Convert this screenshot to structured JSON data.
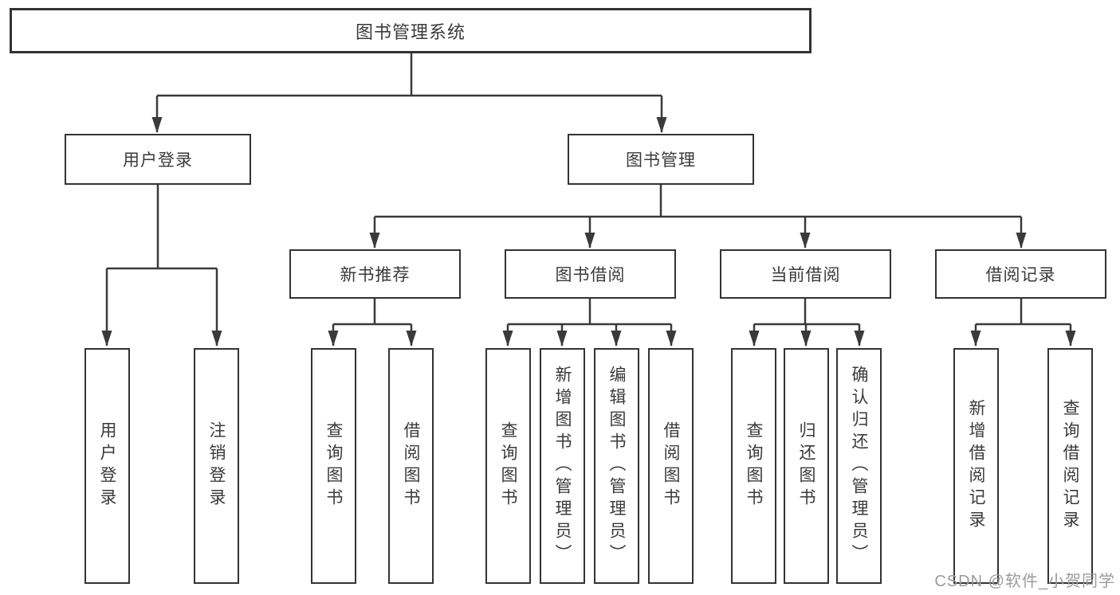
{
  "colors": {
    "line": "#3a3a3a",
    "box_border": "#333333",
    "box_fill": "#ffffff",
    "text": "#3a3a3a",
    "watermark": "#9b9b9b",
    "background": "#ffffff"
  },
  "tree": {
    "root": {
      "label": "图书管理系统",
      "children": [
        {
          "label": "用户登录",
          "children": [
            {
              "label": "用户登录"
            },
            {
              "label": "注销登录"
            }
          ]
        },
        {
          "label": "图书管理",
          "children": [
            {
              "label": "新书推荐",
              "children": [
                {
                  "label": "查询图书"
                },
                {
                  "label": "借阅图书"
                }
              ]
            },
            {
              "label": "图书借阅",
              "children": [
                {
                  "label": "查询图书"
                },
                {
                  "label": "新增图书（管理员）"
                },
                {
                  "label": "编辑图书（管理员）"
                },
                {
                  "label": "借阅图书"
                }
              ]
            },
            {
              "label": "当前借阅",
              "children": [
                {
                  "label": "查询图书"
                },
                {
                  "label": "归还图书"
                },
                {
                  "label": "确认归还（管理员）"
                }
              ]
            },
            {
              "label": "借阅记录",
              "children": [
                {
                  "label": "新增借阅记录"
                },
                {
                  "label": "查询借阅记录"
                }
              ]
            }
          ]
        }
      ]
    }
  },
  "watermark": {
    "text": "CSDN @软件_小贺同学"
  }
}
